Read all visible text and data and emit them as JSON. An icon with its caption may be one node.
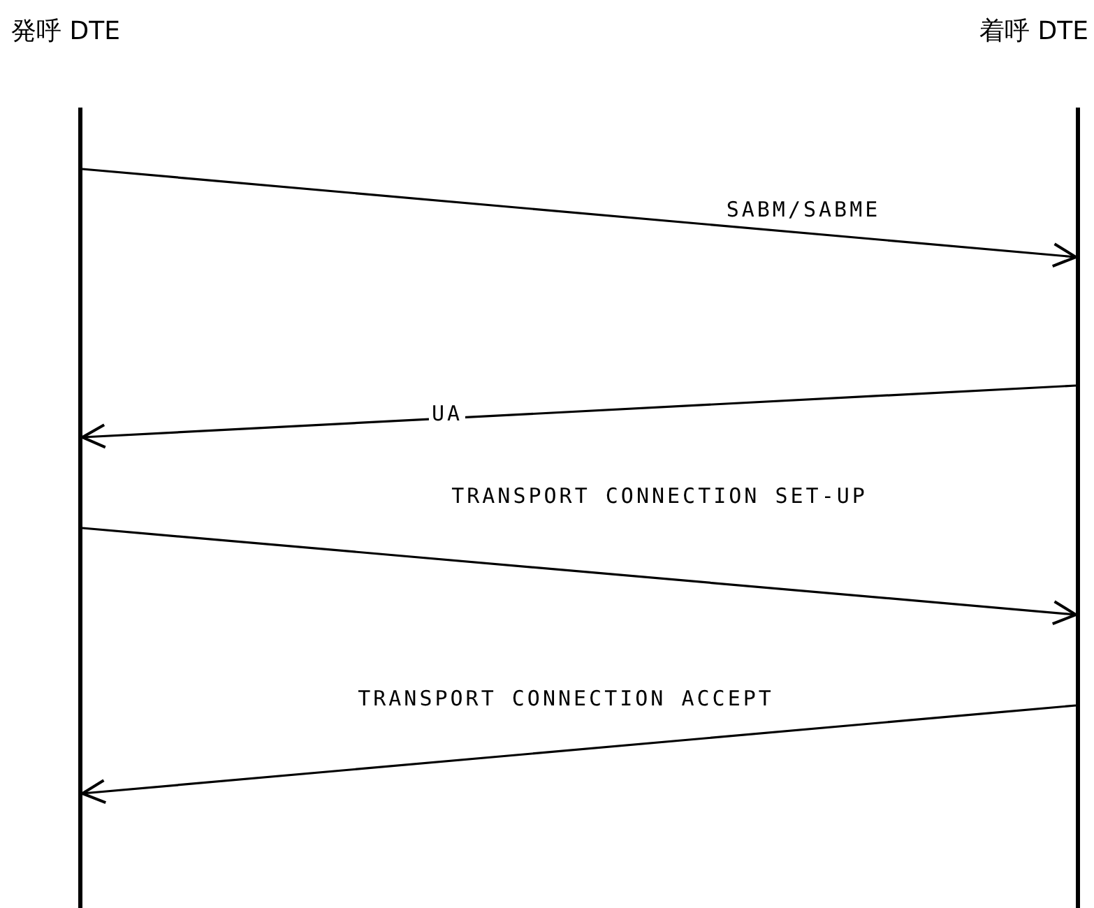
{
  "diagram": {
    "nodes": [
      {
        "text": [
          "発呼 DTE"
        ]
      },
      {
        "text": [
          "着呼 DTE"
        ]
      }
    ],
    "edges": [
      {
        "from": 0,
        "to": 1,
        "arrow": "to",
        "label": "SABM/SABME"
      },
      {
        "from": 1,
        "to": 0,
        "arrow": "to",
        "label": "UA"
      },
      {
        "from": 0,
        "to": 1,
        "arrow": "to",
        "label": "TRANSPORT CONNECTION SET-UP"
      },
      {
        "from": 1,
        "to": 0,
        "arrow": "to",
        "label": "TRANSPORT CONNECTION ACCEPT"
      }
    ]
  }
}
